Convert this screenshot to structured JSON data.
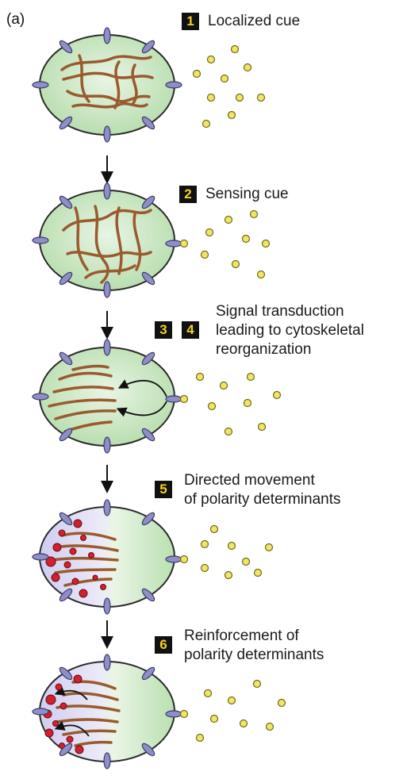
{
  "panel_label": "(a)",
  "steps": [
    {
      "badges": [
        "1"
      ],
      "lines": [
        "Localized cue"
      ]
    },
    {
      "badges": [
        "2"
      ],
      "lines": [
        "Sensing cue"
      ]
    },
    {
      "badges": [
        "3",
        "4"
      ],
      "lines": [
        "Signal transduction",
        "leading to cytoskeletal",
        "reorganization"
      ]
    },
    {
      "badges": [
        "5"
      ],
      "lines": [
        "Directed movement",
        "of polarity determinants"
      ]
    },
    {
      "badges": [
        "6"
      ],
      "lines": [
        "Reinforcement of",
        "polarity determinants"
      ]
    }
  ],
  "colors": {
    "cell_fill": "#c8e6c0",
    "cell_outline": "#2a2a2a",
    "fiber": "#9a5a2e",
    "receptor": "#8f8fc8",
    "cue_dot": "#f3e560",
    "determinant": "#d3202e",
    "polarized_left": "#cfcdf0",
    "badge_bg": "#111111",
    "badge_text": "#f2d21c"
  }
}
